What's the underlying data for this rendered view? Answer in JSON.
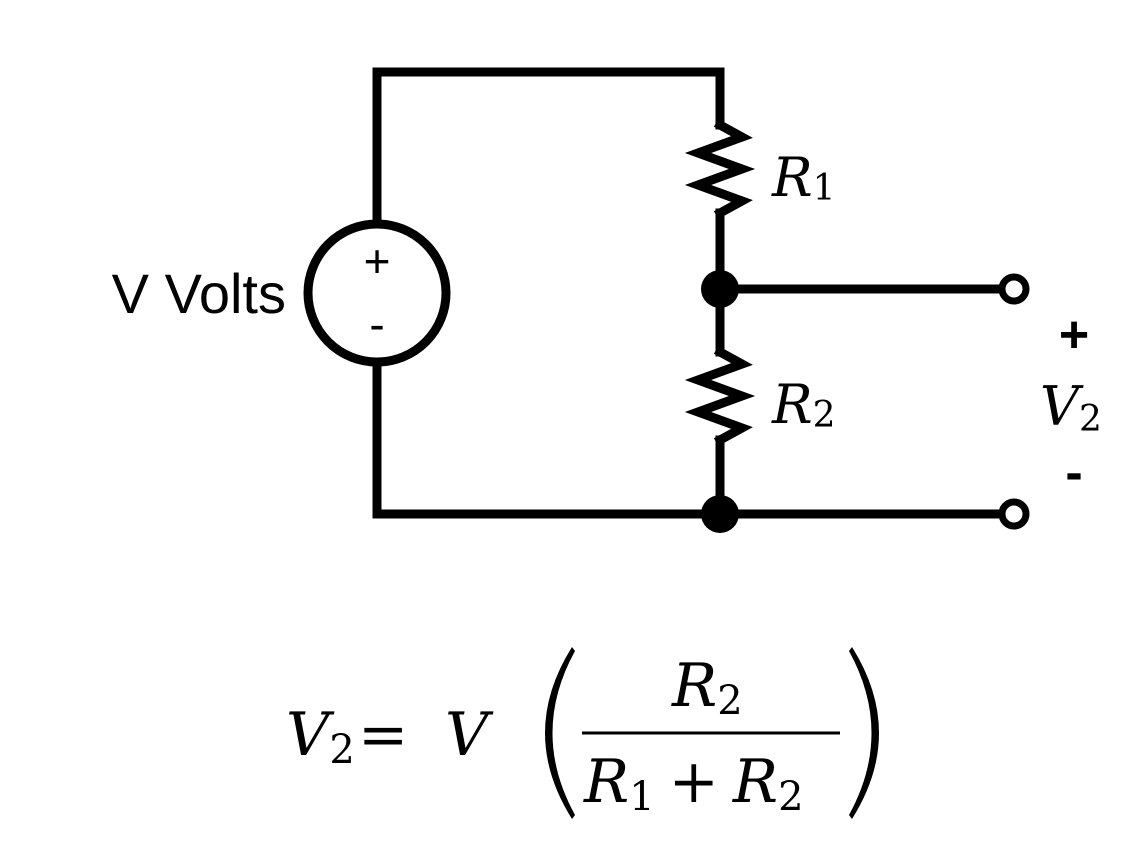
{
  "source": {
    "label": "V Volts",
    "plus": "+",
    "minus": "-"
  },
  "resistors": {
    "r1": {
      "symbol": "R",
      "sub": "1"
    },
    "r2": {
      "symbol": "R",
      "sub": "2"
    }
  },
  "output": {
    "plus": "+",
    "minus": "-",
    "symbol": "V",
    "sub": "2"
  },
  "formula": {
    "lhs_symbol": "V",
    "lhs_sub": "2",
    "equals": "=",
    "v_symbol": "V",
    "numerator_symbol": "R",
    "numerator_sub": "2",
    "den_r1_symbol": "R",
    "den_r1_sub": "1",
    "den_plus": "+",
    "den_r2_symbol": "R",
    "den_r2_sub": "2"
  }
}
